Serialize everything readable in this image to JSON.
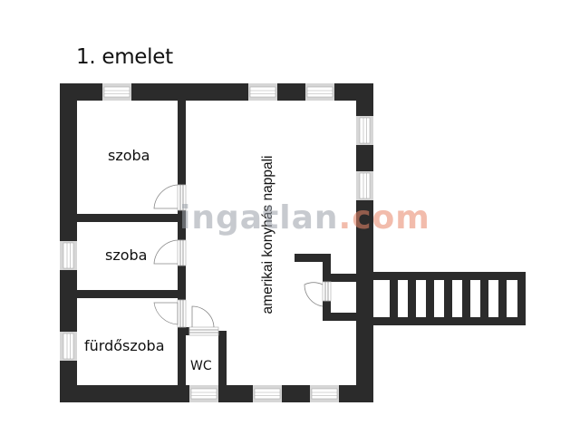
{
  "title": "1. emelet",
  "rooms": {
    "room1": "szoba",
    "room2": "szoba",
    "bathroom": "fürdőszoba",
    "wc": "WC",
    "living": "amerikai konyhás nappali"
  },
  "watermark": {
    "part1": "ingatlan",
    "part2": ".com"
  },
  "colors": {
    "wall": "#2b2b2b",
    "window_frame": "#c8c8c8",
    "door_line": "#888888",
    "watermark_gray": "#9aa0a8",
    "watermark_orange": "#e8866a"
  }
}
